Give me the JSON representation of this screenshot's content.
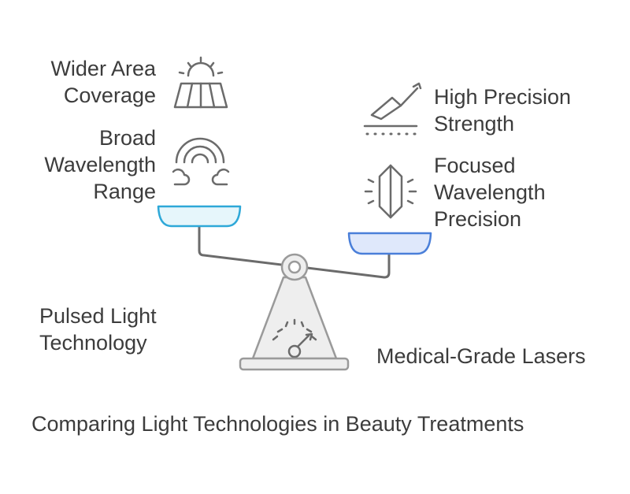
{
  "left_side": {
    "items": [
      {
        "label": "Wider Area\nCoverage",
        "icon": "sunrise-field-icon"
      },
      {
        "label": "Broad\nWavelength\nRange",
        "icon": "rainbow-clouds-icon"
      }
    ],
    "name": "Pulsed Light\nTechnology"
  },
  "right_side": {
    "items": [
      {
        "label": "High Precision\nStrength",
        "icon": "scalpel-icon"
      },
      {
        "label": "Focused\nWavelength\nPrecision",
        "icon": "crystal-icon"
      }
    ],
    "name": "Medical-Grade Lasers"
  },
  "caption": "Comparing Light Technologies in Beauty Treatments",
  "colors": {
    "text": "#3c3c3c",
    "stroke": "#6b6b6b",
    "left_pan_fill": "#e6f6fb",
    "left_pan_stroke": "#2ea8d8",
    "right_pan_fill": "#dfe8fb",
    "right_pan_stroke": "#4a7fd9",
    "base_fill": "#eeeeee"
  }
}
